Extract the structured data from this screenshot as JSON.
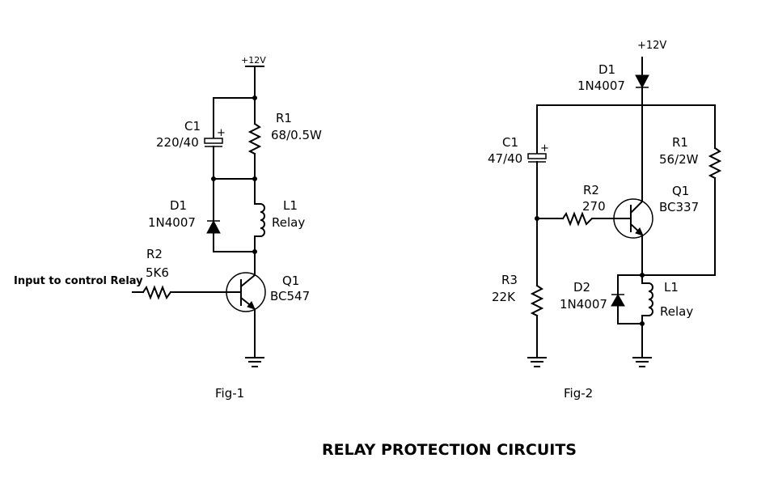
{
  "title": "RELAY PROTECTION CIRCUITS",
  "fig1": {
    "caption": "Fig-1",
    "supply": "+12V",
    "input_label": "Input to control Relay",
    "c1": {
      "ref": "C1",
      "value": "220/40",
      "polarity": "+"
    },
    "r1": {
      "ref": "R1",
      "value": "68/0.5W"
    },
    "d1": {
      "ref": "D1",
      "value": "1N4007"
    },
    "l1": {
      "ref": "L1",
      "value": "Relay"
    },
    "r2": {
      "ref": "R2",
      "value": "5K6"
    },
    "q1": {
      "ref": "Q1",
      "value": "BC547"
    }
  },
  "fig2": {
    "caption": "Fig-2",
    "supply": "+12V",
    "d1": {
      "ref": "D1",
      "value": "1N4007"
    },
    "c1": {
      "ref": "C1",
      "value": "47/40",
      "polarity": "+"
    },
    "r1": {
      "ref": "R1",
      "value": "56/2W"
    },
    "r2": {
      "ref": "R2",
      "value": "270"
    },
    "q1": {
      "ref": "Q1",
      "value": "BC337"
    },
    "r3": {
      "ref": "R3",
      "value": "22K"
    },
    "d2": {
      "ref": "D2",
      "value": "1N4007"
    },
    "l1": {
      "ref": "L1",
      "value": "Relay"
    }
  }
}
